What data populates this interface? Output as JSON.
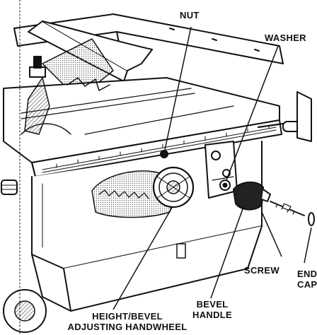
{
  "labels": {
    "nut": "NUT",
    "washer": "WASHER",
    "screw": "SCREW",
    "bevel_handle_line1": "BEVEL",
    "bevel_handle_line2": "HANDLE",
    "handwheel_line1": "HEIGHT/BEVEL",
    "handwheel_line2": "ADJUSTING HANDWHEEL",
    "end_cap_line1": "END",
    "end_cap_line2": "CAP"
  },
  "colors": {
    "ink": "#111111",
    "paper": "#ffffff",
    "shade": "#555555"
  }
}
